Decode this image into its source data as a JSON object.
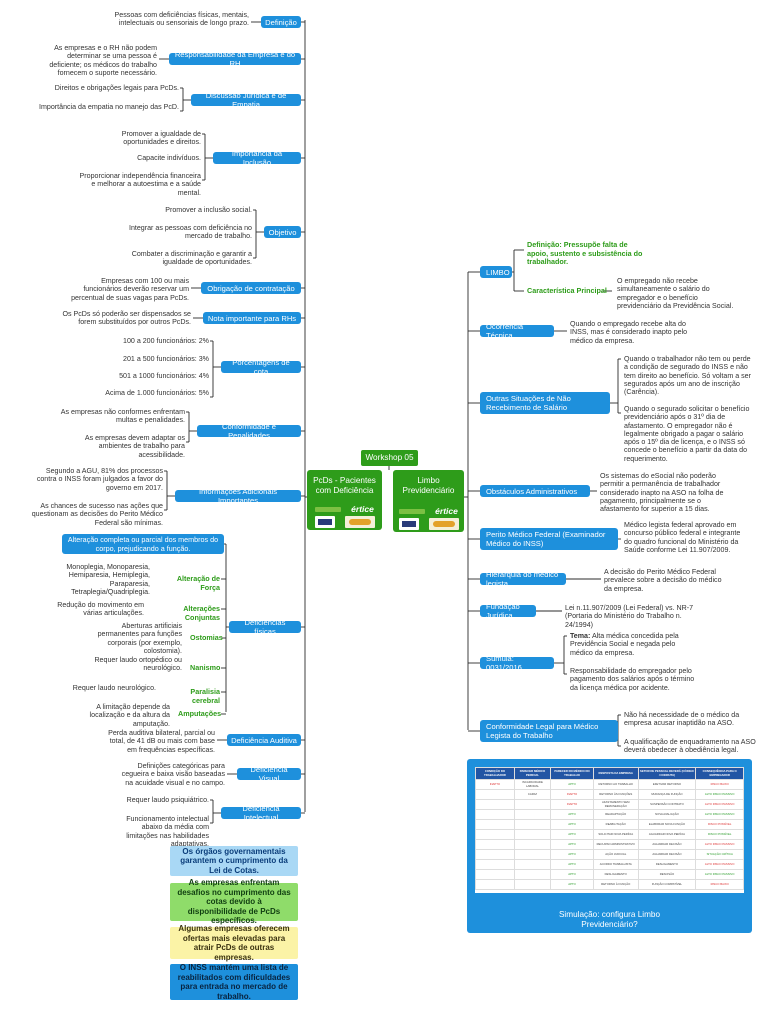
{
  "center": {
    "workshop": "Workshop 05",
    "left_title": "PcDs - Pacientes com Deficiência",
    "right_title": "Limbo Previdenciário",
    "logo_text": "értice"
  },
  "left": [
    {
      "label": "Definição",
      "notes": [
        "Pessoas com deficiências físicas, mentais, intelectuais ou sensoriais de longo prazo."
      ]
    },
    {
      "label": "Responsabilidade da Empresa e do RH",
      "notes": [
        "As empresas e o RH não podem determinar se uma pessoa é deficiente; os médicos do trabalho fornecem o suporte necessário."
      ]
    },
    {
      "label": "Discussão Jurídica e de Empatia",
      "notes": [
        "Direitos e obrigações legais para PcDs.",
        "Importância da empatia no manejo das PcD."
      ]
    },
    {
      "label": "Importância da Inclusão",
      "notes": [
        "Promover a igualdade de oportunidades e direitos.",
        "Capacite indivíduos.",
        "Proporcionar independência financeira e melhorar a autoestima e a saúde mental."
      ]
    },
    {
      "label": "Objetivo",
      "notes": [
        "Promover a inclusão social.",
        "Integrar as pessoas com deficiência no mercado de trabalho.",
        "Combater a discriminação e garantir a igualdade de oportunidades."
      ]
    },
    {
      "label": "Obrigação de contratação",
      "notes": [
        "Empresas com 100 ou mais funcionários deverão reservar um percentual de suas vagas para PcDs."
      ]
    },
    {
      "label": "Nota importante para RHs",
      "notes": [
        "Os PcDs só poderão ser dispensados se forem substituídos por outros PcDs."
      ]
    },
    {
      "label": "Porcentagens de cota",
      "notes": [
        "100 a 200 funcionários: 2%",
        "201 a 500 funcionários: 3%",
        "501 a 1000 funcionários: 4%",
        "Acima de 1.000 funcionários: 5%"
      ]
    },
    {
      "label": "Conformidade e Penalidades",
      "notes": [
        "As empresas não conformes enfrentam multas e penalidades.",
        "As empresas devem adaptar os ambientes de trabalho para acessibilidade."
      ]
    },
    {
      "label": "Informações Adicionais Importantes",
      "notes": [
        "Segundo a AGU, 81% dos processos contra o INSS foram julgados a favor do governo em 2017.",
        "As chances de sucesso nas ações que questionam as decisões do Perito Médico Federal são mínimas."
      ]
    },
    {
      "label": "Deficiências físicas",
      "header": "Alteração completa ou parcial dos membros do corpo, prejudicando a função.",
      "subs": [
        {
          "label": "Alteração de Força",
          "note": "Monoplegia, Monoparesia, Hemiparesia, Hemiplegia, Paraparesia, Tetraplegia/Quadriplegia."
        },
        {
          "label": "Alterações Conjuntas",
          "note": "Redução do movimento em várias articulações."
        },
        {
          "label": "Ostomias",
          "note": "Aberturas artificiais permanentes para funções corporais (por exemplo, colostomia)."
        },
        {
          "label": "Nanismo",
          "note": "Requer laudo ortopédico ou neurológico."
        },
        {
          "label": "Paralisia cerebral",
          "note": "Requer laudo neurológico."
        },
        {
          "label": "Amputações",
          "note": "A limitação depende da localização e da altura da amputação."
        }
      ]
    },
    {
      "label": "Deficiência Auditiva",
      "notes": [
        "Perda auditiva bilateral, parcial ou total, de 41 dB ou mais com base em frequências específicas."
      ]
    },
    {
      "label": "Deficiência Visual",
      "notes": [
        "Definições categóricas para cegueira e baixa visão baseadas na acuidade visual e no campo."
      ]
    },
    {
      "label": "Deficiência Intelectual",
      "notes": [
        "Requer laudo psiquiátrico.",
        "Funcionamento intelectual abaixo da média com limitações nas habilidades adaptativas."
      ]
    }
  ],
  "summaries": [
    {
      "text": "Os órgãos governamentais garantem o cumprimento da Lei de Cotas.",
      "bg": "#a9d8f5",
      "fg": "#0a3d7a"
    },
    {
      "text": "As empresas enfrentam desafios no cumprimento das cotas devido à disponibilidade de PcDs específicos.",
      "bg": "#8fdc6a",
      "fg": "#0f3d10"
    },
    {
      "text": "Algumas empresas oferecem ofertas mais elevadas para atrair PcDs de outras empresas.",
      "bg": "#fbf3a6",
      "fg": "#3a3210"
    },
    {
      "text": "O INSS mantém uma lista de reabilitados com dificuldades para entrada no mercado de trabalho.",
      "bg": "#1e90dc",
      "fg": "#08233f"
    }
  ],
  "right": [
    {
      "label": "LIMBO",
      "subs": [
        {
          "label": "Definição: Pressupõe falta de apoio, sustento e subsistência do trabalhador.",
          "note": ""
        },
        {
          "label": "Característica Principal",
          "note": "O empregado não recebe simultaneamente o salário do empregador e o benefício previdenciário da Previdência Social."
        }
      ]
    },
    {
      "label": "Ocorrência Técnica",
      "notes": [
        "Quando o empregado recebe alta do INSS, mas é considerado inapto pelo médico da empresa."
      ]
    },
    {
      "label": "Outras Situações de Não Recebimento de Salário",
      "notes": [
        "Quando o trabalhador não tem ou perde a condição de segurado do INSS e não tem direito ao benefício. Só voltam a ser segurados após um ano de inscrição (Carência).",
        "Quando o segurado solicitar o benefício previdenciário após o 31º dia de afastamento. O empregador não é legalmente obrigado a pagar o salário após o 15º dia de licença, e o INSS só concede o benefício a partir da data do requerimento."
      ]
    },
    {
      "label": "Obstáculos Administrativos",
      "notes": [
        "Os sistemas do eSocial não poderão permitir a permanência de trabalhador considerado inapto na ASO na folha de pagamento, principalmente se o afastamento for superior a 15 dias."
      ]
    },
    {
      "label": "Perito Médico Federal (Examinador Médico do INSS)",
      "notes": [
        "Médico legista federal aprovado em concurso público federal e integrante do quadro funcional do Ministério da Saúde conforme Lei 11.907/2009."
      ]
    },
    {
      "label": "Hierarquia do médico legista",
      "notes": [
        "A decisão do Perito Médico Federal prevalece sobre a decisão do médico da empresa."
      ]
    },
    {
      "label": "Fundação Jurídica",
      "notes": [
        "Lei n.11.907/2009 (Lei Federal) vs. NR-7 (Portaria do Ministério do Trabalho n. 24/1994)"
      ]
    },
    {
      "label": "Súmula: 0031/2016",
      "notes_rich": [
        {
          "bold": "Tema:",
          "text": " Alta médica concedida pela Previdência Social e negada pelo médico da empresa."
        }
      ],
      "notes": [
        "Responsabilidade do empregador pelo pagamento dos salários após o término da licença médica por acidente."
      ]
    },
    {
      "label": "Conformidade Legal para Médico Legista do Trabalho",
      "notes": [
        "Não há necessidade de o médico da empresa acusar inaptidão na ASO.",
        "A qualificação de enquadramento na ASO deverá obedecer à obediência legal."
      ]
    }
  ],
  "simulation": {
    "caption": "Simulação: configura Limbo Previdenciário?",
    "headers": [
      "CONDIÇÃO DO TRABALHADOR",
      "PARECER MÉDICO PERICIAL",
      "PARECER DO MÉDICO DO TRABALHO",
      "RESPOSTA DA EMPRESA",
      "SETOR DE PESSOAL DEVERÁ (CÓDIGO / CONDUTA)",
      "CONSEQUÊNCIA PARA O EMPREGADOR"
    ],
    "rows": [
      [
        "INAPTO",
        "INCAPACIDADE LABORAL",
        "APTO",
        "RETORNO AO TRABALHO",
        "EFETIVAR RETORNO",
        "RISCO BAIXO"
      ],
      [
        "",
        "CAPAZ",
        "INAPTO",
        "RETORNO ÀS FUNÇÕES",
        "MUDANÇA DE FUNÇÃO",
        "ALTO RISCO PASSIVO"
      ],
      [
        "",
        "",
        "INAPTO",
        "AFASTAMENTO SEM REMUNERAÇÃO",
        "SUSPENSÃO CONTRATO",
        "ALTO RISCO PASSIVO"
      ],
      [
        "",
        "",
        "APTO",
        "READAPTAÇÃO",
        "NOVA AVALIAÇÃO",
        "ALTO RISCO PASSIVO"
      ],
      [
        "",
        "",
        "APTO",
        "REABILITAÇÃO",
        "ELABORAR NOVA FUNÇÃO",
        "RISCO POSSÍVEL"
      ],
      [
        "",
        "",
        "APTO",
        "SOLICITAR NOVA PERÍCIA",
        "AGUARDAR NOVA PERÍCIA",
        "RISCO POSSÍVEL"
      ],
      [
        "",
        "",
        "APTO",
        "RECURSO ADMINISTRATIVO",
        "AGUARDAR DECISÃO",
        "ALTO RISCO PASSIVO"
      ],
      [
        "",
        "",
        "APTO",
        "AÇÃO JUDICIAL",
        "AGUARDAR DECISÃO",
        "SITUAÇÃO CRÍTICA"
      ],
      [
        "",
        "",
        "APTO",
        "ACORDO TRABALHISTA",
        "DESLIGAMENTO",
        "ALTO RISCO PASSIVO"
      ],
      [
        "",
        "",
        "APTO",
        "DESLIGAMENTO",
        "RESCISÃO",
        "ALTO RISCO PASSIVO"
      ],
      [
        "",
        "",
        "APTO",
        "RETORNO À FUNÇÃO",
        "FUNÇÃO COMPATÍVEL",
        "RISCO BAIXO"
      ]
    ]
  }
}
